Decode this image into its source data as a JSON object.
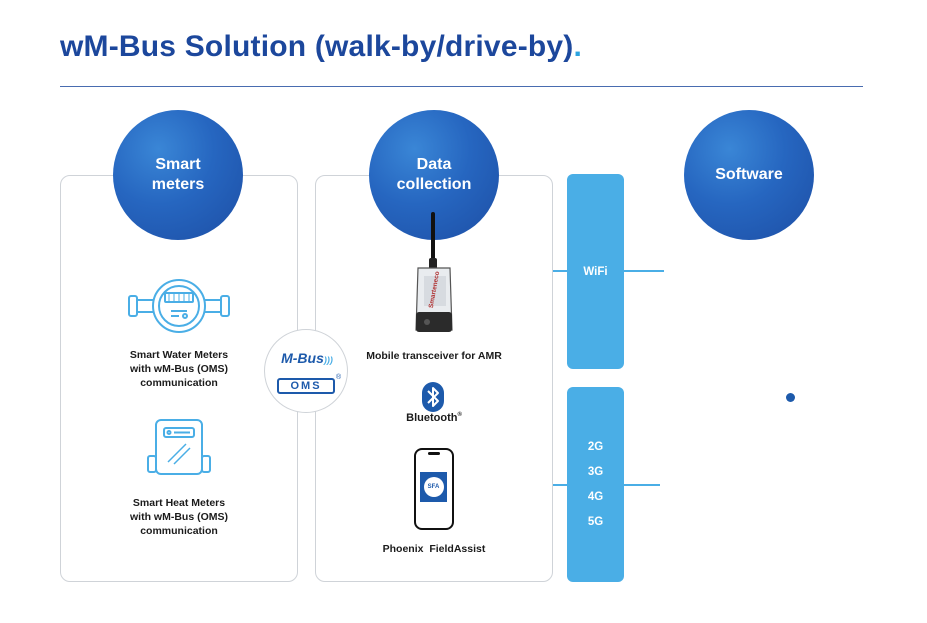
{
  "header": {
    "title": "wM-Bus Solution (walk-by/drive-by)",
    "title_dot": "."
  },
  "columns": {
    "smart_meters": {
      "label_line1": "Smart",
      "label_line2": "meters"
    },
    "data_collection": {
      "label_line1": "Data",
      "label_line2": "collection"
    },
    "software": {
      "label": "Software"
    }
  },
  "meters": {
    "water": {
      "line1": "Smart Water Meters",
      "line2": "with wM-Bus (OMS)",
      "line3": "communication"
    },
    "heat": {
      "line1": "Smart Heat Meters",
      "line2": "with wM-Bus (OMS)",
      "line3": "communication"
    }
  },
  "badge": {
    "mbus": "M-Bus",
    "oms": "OMS"
  },
  "devices": {
    "transceiver": {
      "caption": "Mobile transceiver for AMR",
      "brand": "Smarteneco"
    },
    "bluetooth": {
      "label": "Bluetooth"
    },
    "app": {
      "caption": "Phoenix  FieldAssist",
      "icon_text": "SFA"
    }
  },
  "network": {
    "wifi": "WiFi",
    "cellular": [
      "2G",
      "3G",
      "4G",
      "5G"
    ]
  },
  "colors": {
    "brand_dark": "#1c479c",
    "accent": "#2ba3e0",
    "net_bar": "#4aaee6",
    "icon_line": "#4aaee6",
    "panel_border": "#cfd3d8"
  }
}
